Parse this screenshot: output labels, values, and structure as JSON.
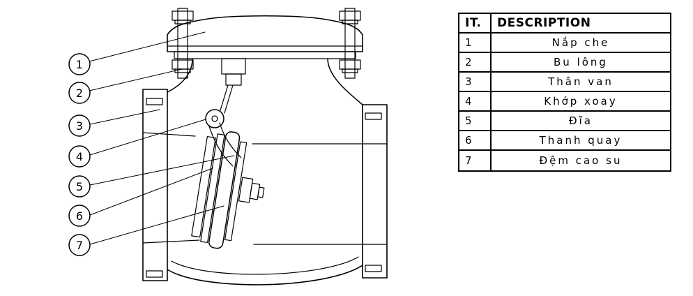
{
  "diagram": {
    "title": "swing-check-valve-cross-section",
    "callouts": [
      "1",
      "2",
      "3",
      "4",
      "5",
      "6",
      "7"
    ],
    "line_color": "#000000",
    "background_color": "#ffffff"
  },
  "table": {
    "headers": {
      "it": "IT.",
      "description": "DESCRIPTION"
    },
    "rows": [
      {
        "it": "1",
        "description": "Nắp che"
      },
      {
        "it": "2",
        "description": "Bu lông"
      },
      {
        "it": "3",
        "description": "Thân van"
      },
      {
        "it": "4",
        "description": "Khớp xoay"
      },
      {
        "it": "5",
        "description": "Đĩa"
      },
      {
        "it": "6",
        "description": "Thanh quay"
      },
      {
        "it": "7",
        "description": "Đệm cao su"
      }
    ]
  }
}
